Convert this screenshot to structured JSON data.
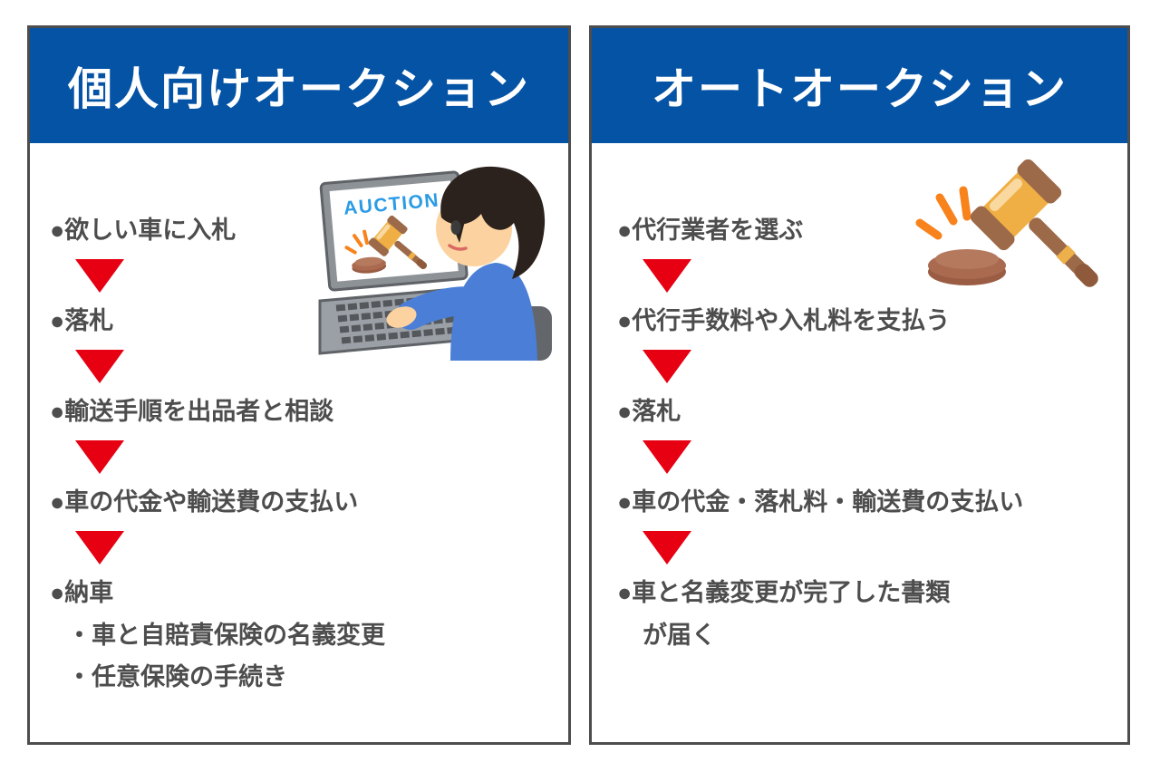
{
  "panels": [
    {
      "title": "個人向けオークション",
      "steps": [
        {
          "lines": [
            "●欲しい車に入札"
          ]
        },
        {
          "lines": [
            "●落札"
          ]
        },
        {
          "lines": [
            "●輸送手順を出品者と相談"
          ]
        },
        {
          "lines": [
            "●車の代金や輸送費の支払い"
          ]
        },
        {
          "lines": [
            "●納車",
            "・車と自賠責保険の名義変更",
            "・任意保険の手続き"
          ]
        }
      ],
      "illustration": "person-bidding-on-laptop-icon"
    },
    {
      "title": "オートオークション",
      "steps": [
        {
          "lines": [
            "●代行業者を選ぶ"
          ]
        },
        {
          "lines": [
            "●代行手数料や入札料を支払う"
          ]
        },
        {
          "lines": [
            "●落札"
          ]
        },
        {
          "lines": [
            "●車の代金・落札料・輸送費の支払い"
          ]
        },
        {
          "lines": [
            "●車と名義変更が完了した書類",
            "が届く"
          ]
        }
      ],
      "illustration": "auction-gavel-icon"
    }
  ],
  "laptop_screen": {
    "text": "AUCTION"
  },
  "colors": {
    "header_blue": "#0553a5",
    "panel_border": "#4d4d4d",
    "text_dark": "#4d4d4d",
    "arrow_red": "#e60012",
    "flash_orange": "#f8821b",
    "screen_text_blue": "#2a9be5"
  }
}
